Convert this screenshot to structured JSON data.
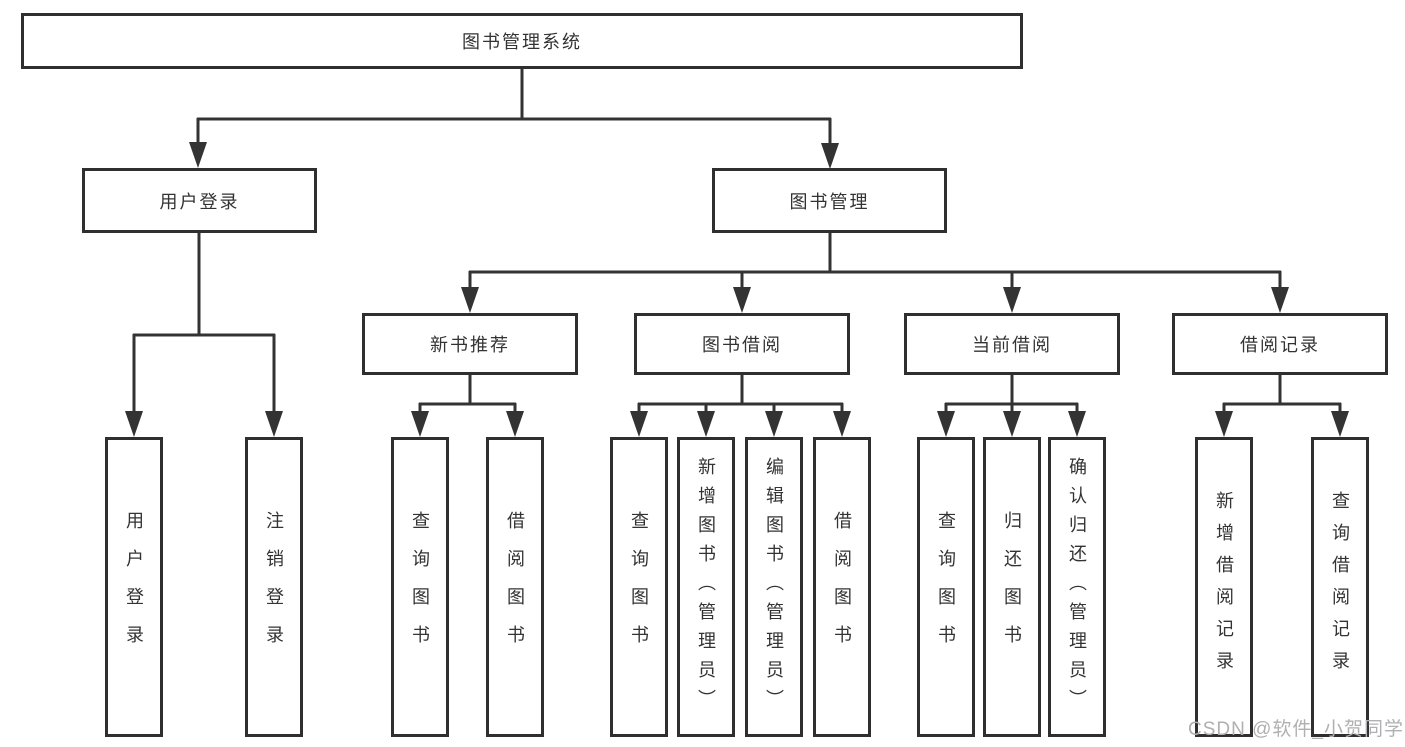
{
  "diagram": {
    "title": "图书管理系统",
    "level2": [
      {
        "label": "用户登录"
      },
      {
        "label": "图书管理"
      }
    ],
    "level3": [
      {
        "label": "新书推荐"
      },
      {
        "label": "图书借阅"
      },
      {
        "label": "当前借阅"
      },
      {
        "label": "借阅记录"
      }
    ],
    "leaves": [
      {
        "label": "用户登录"
      },
      {
        "label": "注销登录"
      },
      {
        "label": "查询图书"
      },
      {
        "label": "借阅图书"
      },
      {
        "label": "查询图书"
      },
      {
        "label": "新增图书（管理员）"
      },
      {
        "label": "编辑图书（管理员）"
      },
      {
        "label": "借阅图书"
      },
      {
        "label": "查询图书"
      },
      {
        "label": "归还图书"
      },
      {
        "label": "确认归还（管理员）"
      },
      {
        "label": "新增借阅记录"
      },
      {
        "label": "查询借阅记录"
      }
    ]
  },
  "watermark": {
    "text": "CSDN @软件_小贺同学"
  },
  "colors": {
    "line": "#333333",
    "box_border": "#2f2f2f",
    "text": "#333333",
    "watermark": "#b0b0b2",
    "background": "#ffffff"
  }
}
